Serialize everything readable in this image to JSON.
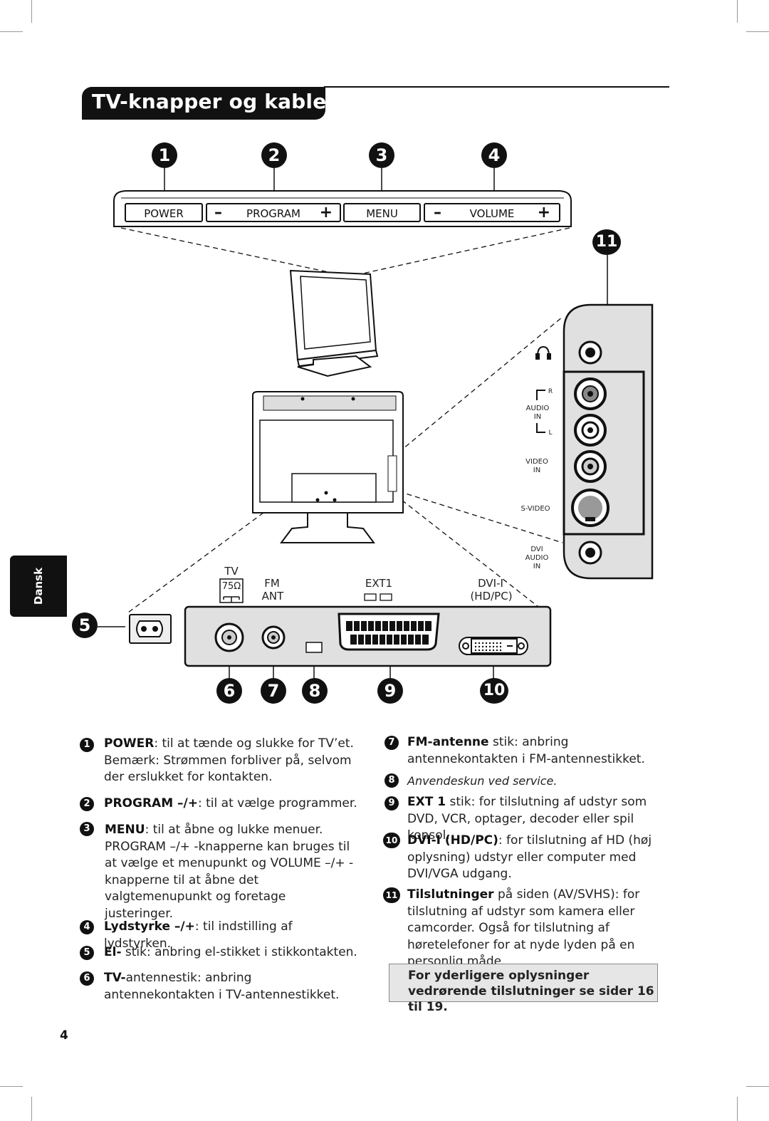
{
  "page": {
    "title": "TV-knapper og kabler",
    "language_tab": "Dansk",
    "page_number": "4"
  },
  "control_panel": {
    "buttons": [
      "POWER",
      "PROGRAM",
      "MENU",
      "VOLUME"
    ],
    "minus": "–",
    "plus": "+"
  },
  "callouts": [
    "1",
    "2",
    "3",
    "4",
    "5",
    "6",
    "7",
    "8",
    "9",
    "10",
    "11"
  ],
  "side_panel": {
    "audio_r": "R",
    "audio_in": "AUDIO\nIN",
    "audio_l": "L",
    "video_in": "VIDEO\nIN",
    "svideo": "S-VIDEO",
    "dvi_audio": "DVI\nAUDIO\nIN"
  },
  "rear_panel": {
    "tv": "TV",
    "tv_ohm": "75Ω",
    "fm": "FM",
    "ant": "ANT",
    "ext1": "EXT1",
    "dvi": "DVI-I",
    "dvi_sub": "(HD/PC)"
  },
  "descriptions_left": [
    {
      "n": "1",
      "bold": "POWER",
      "text": ": til at tænde og slukke for TV’et. Bemærk: Strømmen forbliver på, selvom der erslukket for kontakten."
    },
    {
      "n": "2",
      "bold": "PROGRAM –/+",
      "text": ": til at vælge programmer."
    },
    {
      "n": "3",
      "bold": "MENU",
      "text": ": til at åbne og lukke menuer. PROGRAM –/+ -knapperne kan bruges til at vælge et menupunkt og VOLUME –/+ -knapperne til at åbne det valgtemenupunkt og foretage justeringer."
    },
    {
      "n": "4",
      "bold": "Lydstyrke –/+",
      "text": ": til indstilling af lydstyrken."
    },
    {
      "n": "5",
      "bold": "El-",
      "text": " stik: anbring el-stikket i stikkontakten."
    },
    {
      "n": "6",
      "bold": "TV-",
      "text": "antennestik: anbring antennekontakten i TV-antennestikket."
    }
  ],
  "descriptions_right": [
    {
      "n": "7",
      "bold": "FM-antenne",
      "text": " stik: anbring antennekontakten i FM-antennestikket."
    },
    {
      "n": "8",
      "bold": "",
      "text": "Anvendeskun ved service."
    },
    {
      "n": "9",
      "bold": "EXT 1",
      "text": " stik: for tilslutning af udstyr som DVD, VCR, optager, decoder eller spil konsol."
    },
    {
      "n": "10",
      "bold": "DVI-I (HD/PC)",
      "text": ": for tilslutning af HD (høj oplysning) udstyr eller computer med DVI/VGA udgang."
    },
    {
      "n": "11",
      "bold": "Tilslutninger",
      "text": " på siden (AV/SVHS): for tilslutning af udstyr som kamera eller camcorder. Også for tilslutning af høretelefoner for at nyde lyden på en personlig måde."
    }
  ],
  "note": "For yderligere oplysninger vedrørende tilslutninger se sider 16 til 19."
}
